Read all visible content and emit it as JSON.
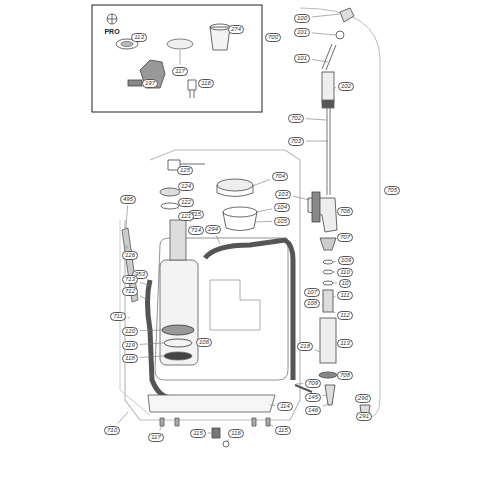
{
  "diagram": {
    "labels": [
      "PRO",
      "113",
      "274",
      "197",
      "117",
      "116",
      "100",
      "101",
      "700",
      "101",
      "102",
      "702",
      "703",
      "125",
      "704",
      "124",
      "705",
      "103",
      "495",
      "122",
      "104",
      "706",
      "715",
      "121",
      "105",
      "714",
      "294",
      "707",
      "126",
      "109",
      "110",
      "953",
      "713",
      "10",
      "712",
      "107",
      "111",
      "108",
      "112",
      "711",
      "120",
      "106",
      "113",
      "119",
      "218",
      "118",
      "708",
      "709",
      "145",
      "290",
      "114",
      "146",
      "291",
      "710",
      "115",
      "115",
      "116",
      "117"
    ]
  }
}
